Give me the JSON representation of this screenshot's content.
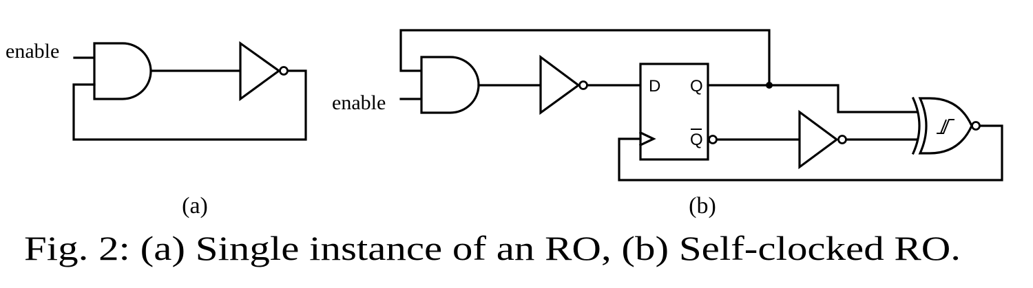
{
  "figure": {
    "caption": "Fig. 2: (a) Single instance of an RO, (b) Self-clocked RO.",
    "subfigures": [
      {
        "label": "(a)",
        "description": "Single instance of an RO",
        "input_label": "enable",
        "components": [
          "AND gate",
          "inverter"
        ]
      },
      {
        "label": "(b)",
        "description": "Self-clocked RO",
        "input_label": "enable",
        "components": [
          "AND gate",
          "inverter",
          "D flip-flop",
          "inverter",
          "XNOR gate with Schmitt trigger"
        ],
        "flipflop": {
          "input_d": "D",
          "output_q": "Q",
          "output_qbar": "Q"
        }
      }
    ]
  }
}
